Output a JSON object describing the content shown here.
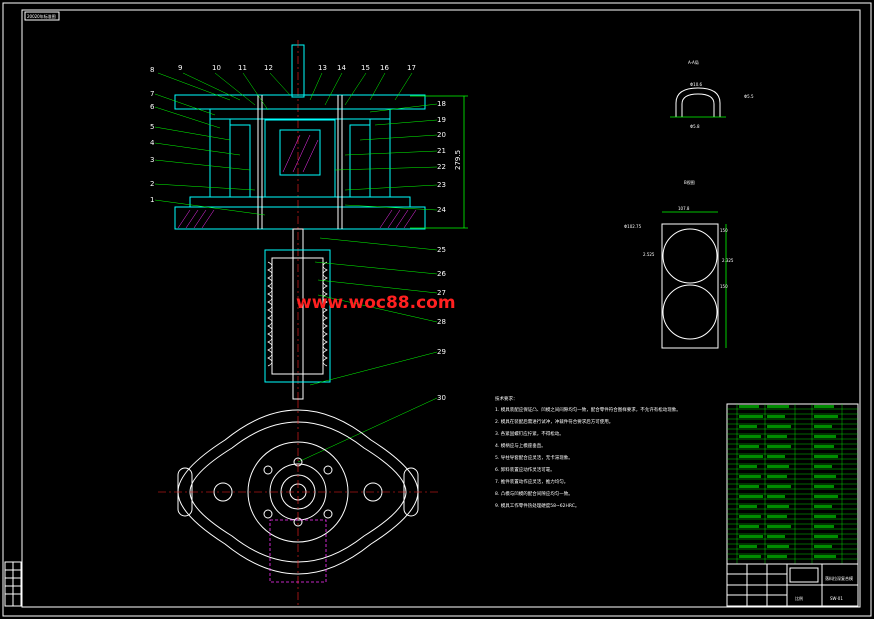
{
  "titlebar": {
    "text": "20020年标准图"
  },
  "watermark": "www.woc88.com",
  "dimension": "279.5",
  "detail_views": {
    "top_title": "A-A局",
    "top_dims": [
      "Φ10.6",
      "Φ5.5",
      "Φ5.8"
    ],
    "bottom_title": "B视图",
    "bottom_dims": [
      "107.8",
      "Φ102.75",
      "2.525",
      "2.325",
      "150",
      "150"
    ]
  },
  "part_labels_left": [
    "8",
    "7",
    "6",
    "5",
    "4",
    "3",
    "2",
    "1"
  ],
  "part_labels_top": [
    "9",
    "10",
    "11",
    "12",
    "13",
    "14",
    "15",
    "16",
    "17"
  ],
  "part_labels_right": [
    "18",
    "19",
    "20",
    "21",
    "22",
    "23",
    "24",
    "25",
    "26",
    "27",
    "28",
    "29",
    "30"
  ],
  "tech_notes": {
    "title": "技术要求：",
    "items": [
      "1. 模具装配应保证凸、凹模之间间隙均匀一致，配合零件符合图样要求，不允许有松动现象。",
      "2. 模具在装配后需进行试冲，冲裁件符合要求后方可使用。",
      "3. 各紧固螺钉应拧紧，不得松动。",
      "4. 模柄应与上模座垂直。",
      "5. 导柱导套配合应灵活，无卡滞现象。",
      "6. 卸料装置应动作灵活可靠。",
      "7. 推件装置动作应灵活，推力均匀。",
      "8. 凸模与凹模的配合间隙应均匀一致。",
      "9. 模具工作零件热处理硬度58~62HRC。"
    ]
  },
  "title_block": {
    "name": "落料拉深复合模",
    "drawing_no": "SW-01",
    "side_text": "比例"
  }
}
